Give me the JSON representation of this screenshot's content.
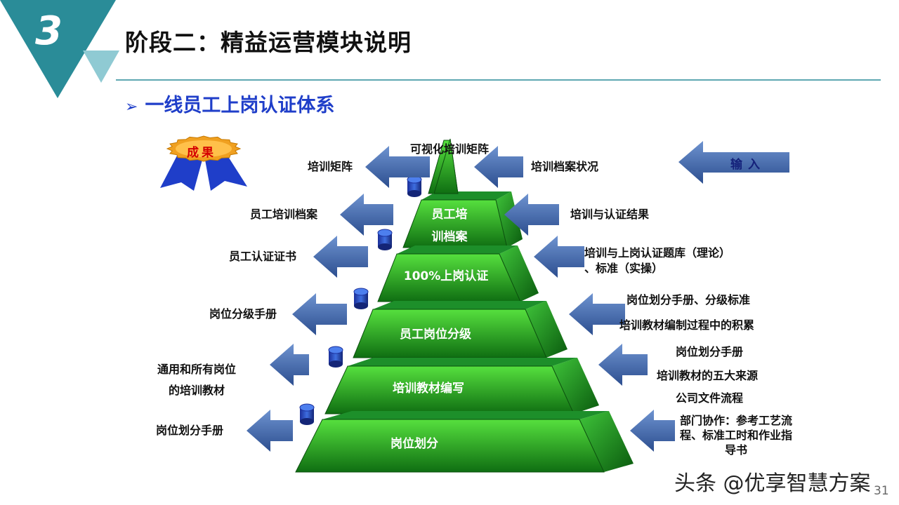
{
  "header": {
    "section_number": "3",
    "title": "阶段二：精益运营模块说明"
  },
  "subtitle": "一线员工上岗认证体系",
  "badge": "成果",
  "input_label": "输入",
  "pyramid_levels": [
    "可视化培训矩阵",
    "员工培\n训档案",
    "100%上岗认证",
    "员工岗位分级",
    "培训教材编写",
    "岗位划分"
  ],
  "outputs": [
    "培训矩阵",
    "员工培训档案",
    "员工认证证书",
    "岗位分级手册",
    "通用和所有岗位\n的培训教材",
    "岗位划分手册"
  ],
  "inputs": [
    [
      "培训档案状况"
    ],
    [
      "培训与认证结果"
    ],
    [
      "培训与上岗认证题库（理论）\n、标准（实操）"
    ],
    [
      "岗位划分手册、分级标准",
      "培训教材编制过程中的积累"
    ],
    [
      "岗位划分手册",
      "培训教材的五大来源"
    ],
    [
      "公司文件流程",
      "部门协作：参考工艺流\n程、标准工时和作业指\n导书"
    ]
  ],
  "watermark": "头条 @优享智慧方案",
  "page_number": "31",
  "colors": {
    "teal": "#2a8c98",
    "teal_light": "#8fcad3",
    "green_dark": "#0f6e12",
    "green_light": "#56e03e",
    "arrow": "#4770b3",
    "title_blue": "#1f3ec9"
  }
}
